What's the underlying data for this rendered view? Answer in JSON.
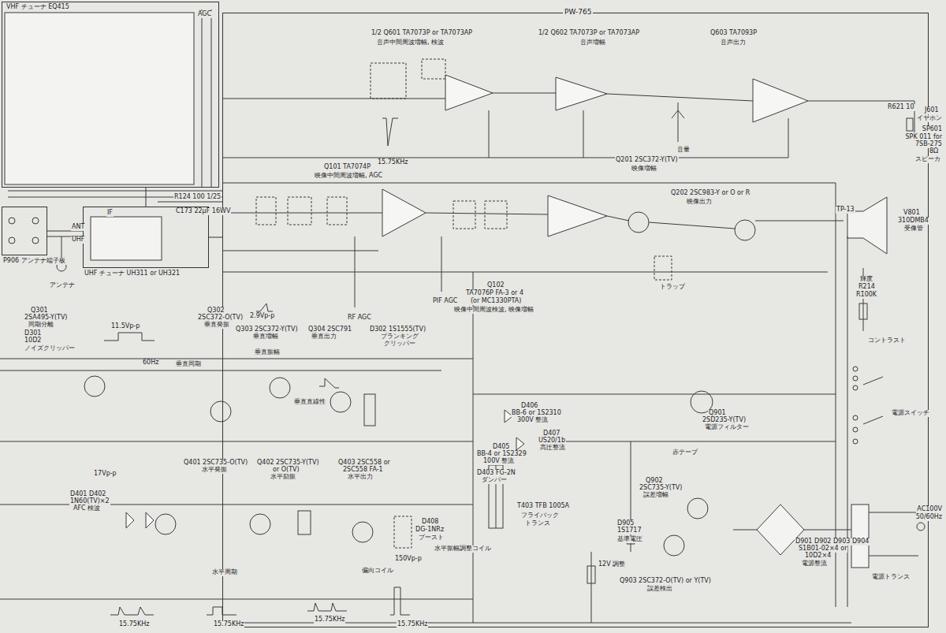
{
  "diagram": {
    "nodes": [
      {
        "text": [
          "VHF チューナ EQ415"
        ]
      },
      {
        "text": [
          "PW-765"
        ]
      },
      {
        "text": [
          "UHF チューナ UH311 or UH321"
        ]
      },
      {
        "text": [
          "P906 アンテナ端子板"
        ]
      }
    ],
    "edges": [
      {
        "from": 3,
        "to": 2,
        "arrow": "none"
      },
      {
        "from": 2,
        "to": 0,
        "arrow": "none"
      },
      {
        "from": 2,
        "to": 1,
        "arrow": "none"
      }
    ],
    "labels": [
      "1/2 Q601 TA7073P or TA7073AP",
      "音声中間周波増幅, 検波",
      "1/2 Q602 TA7073P or TA7073AP",
      "音声増幅",
      "Q603 TA7093P",
      "音声出力",
      "J601",
      "イヤホン",
      "SP601",
      "SPK 011 for",
      "7SB-275",
      "8Ω",
      "スピーカ",
      "音量",
      "Q101 TA7074P",
      "映像中間周波増幅, AGC",
      "Q201 2SC372-Y(TV)",
      "映像増幅",
      "Q202 2SC983-Y or O or R",
      "映像出力",
      "V801",
      "310DMB4",
      "受像管",
      "トラップ",
      "Q102",
      "TA7076P FA-3 or 4",
      "(or MC1330PTA)",
      "映像中間周波検波, 映像増幅",
      "PIF AGC",
      "RF AGC",
      "輝度",
      "R214",
      "R100K",
      "コントラスト",
      "Q301",
      "2SA495-Y(TV)",
      "同期分離",
      "D301",
      "10D2",
      "ノイズクリッパー",
      "Q302",
      "2SC372-O(TV)",
      "垂直発振",
      "Q303 2SC372-Y(TV)",
      "垂直増幅",
      "Q304 2SC791",
      "垂直出力",
      "D302 1S1555(TV)",
      "ブランキング",
      "クリッパー",
      "垂直振幅",
      "垂直同期",
      "垂直直線性",
      "Q401 2SC735-O(TV)",
      "水平発振",
      "Q402 2SC735-Y(TV)",
      "or O(TV)",
      "水平励振",
      "Q403 2SC558 or",
      "2SC558 FA-1",
      "水平出力",
      "D401 D402",
      "1N60(TV)×2",
      "AFC 検波",
      "水平周期",
      "D406",
      "BB-6 or 1S2310",
      "300V 整流",
      "D405",
      "BB-4 or 1S2329",
      "100V 整流",
      "D407",
      "US20/1b",
      "高圧整流",
      "D403 FG-2N",
      "ダンパー",
      "T403 TFB 1005A",
      "フライバック",
      "トランス",
      "D408",
      "DG-1NRz",
      "ブースト",
      "水平振幅調整コイル",
      "偏向コイル",
      "Q901",
      "2SD235-Y(TV)",
      "電源フィルター",
      "Q902",
      "2SC735-Y(TV)",
      "誤差増幅",
      "D905",
      "1S1717",
      "基準電圧",
      "12V 調整",
      "Q903 2SC372-O(TV) or Y(TV)",
      "誤差検出",
      "赤テープ",
      "D901 D902 D903 D904",
      "S1B01-02×4 or",
      "10D2×4",
      "電源整流",
      "電源スイッチ",
      "電源トランス",
      "AC100V",
      "50/60Hz",
      "15.75KHz",
      "60Hz",
      "15.75KHz",
      "15.75KHz",
      "15.75KHz",
      "15.75KHz",
      "ANT",
      "UHF",
      "IF",
      "AGC",
      "R124 100 1/25",
      "C173 22μF 16WV",
      "11.5Vp-p",
      "17Vp-p",
      "2.9Vp-p",
      "150Vp-p",
      "TP-13",
      "アンテナ",
      "R621 10"
    ]
  }
}
